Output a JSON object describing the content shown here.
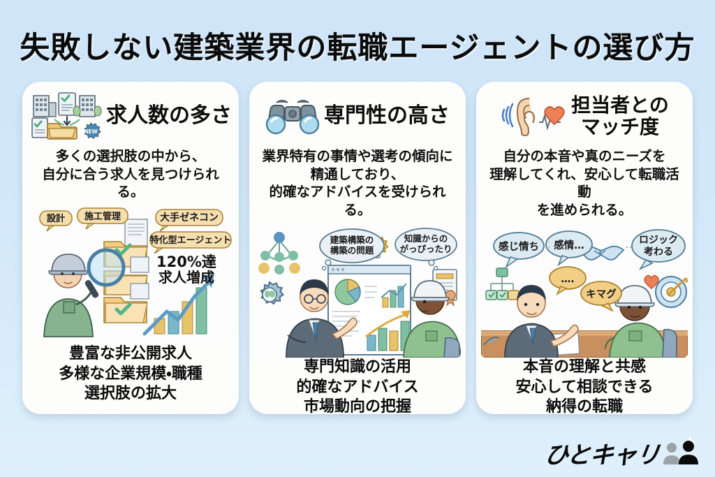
{
  "page": {
    "title": "失敗しない建築業界の転職エージェントの選び方",
    "background_color": "#cfe6f8",
    "card_background": "#fdfdfc"
  },
  "cards": [
    {
      "icon_name": "documents-buildings-folder-icon",
      "icon_badge": "NEW",
      "heading": "求人数の多さ",
      "description": "多くの選択肢の中から、\n自分に合う求人を見つけられる。",
      "illustration": {
        "name": "worker-with-magnifier-and-growth-chart",
        "bubbles": [
          "設計",
          "施工管理",
          "大手ゼネコン",
          "特化型エージェント"
        ],
        "stat_lines": [
          "120%達",
          "求人増成"
        ]
      },
      "footer": "豊富な非公開求人\n多様な企業規模・職種\n選択肢の拡大"
    },
    {
      "icon_name": "binoculars-icon",
      "heading": "専門性の高さ",
      "description": "業界特有の事情や選考の傾向に\n精通しており、\n的確なアドバイスを受けられる。",
      "illustration": {
        "name": "consultant-presenting-data-to-worker",
        "bubbles": [
          "建築構築の\n構築の問題",
          "知識からの\nがっぴったり"
        ],
        "stat_lines": []
      },
      "footer": "専門知識の活用\n的確なアドバイス\n市場動向の把握"
    },
    {
      "icon_name": "ear-heartbeat-heart-icon",
      "heading": "担当者との\nマッチ度",
      "description": "自分の本音や真のニーズを\n理解してくれ、安心して転職活動\nを進められる。",
      "illustration": {
        "name": "interview-two-people-at-desk",
        "bubbles": [
          "感じ情ち",
          "感情…",
          "ロジック\n考わる",
          "キマグ",
          "…."
        ],
        "stat_lines": []
      },
      "footer": "本音の理解と共感\n安心して相談できる\n納得の転職"
    }
  ],
  "logo": {
    "text": "ひとキャリ",
    "mark_name": "two-people-silhouette-with-sparkle"
  }
}
